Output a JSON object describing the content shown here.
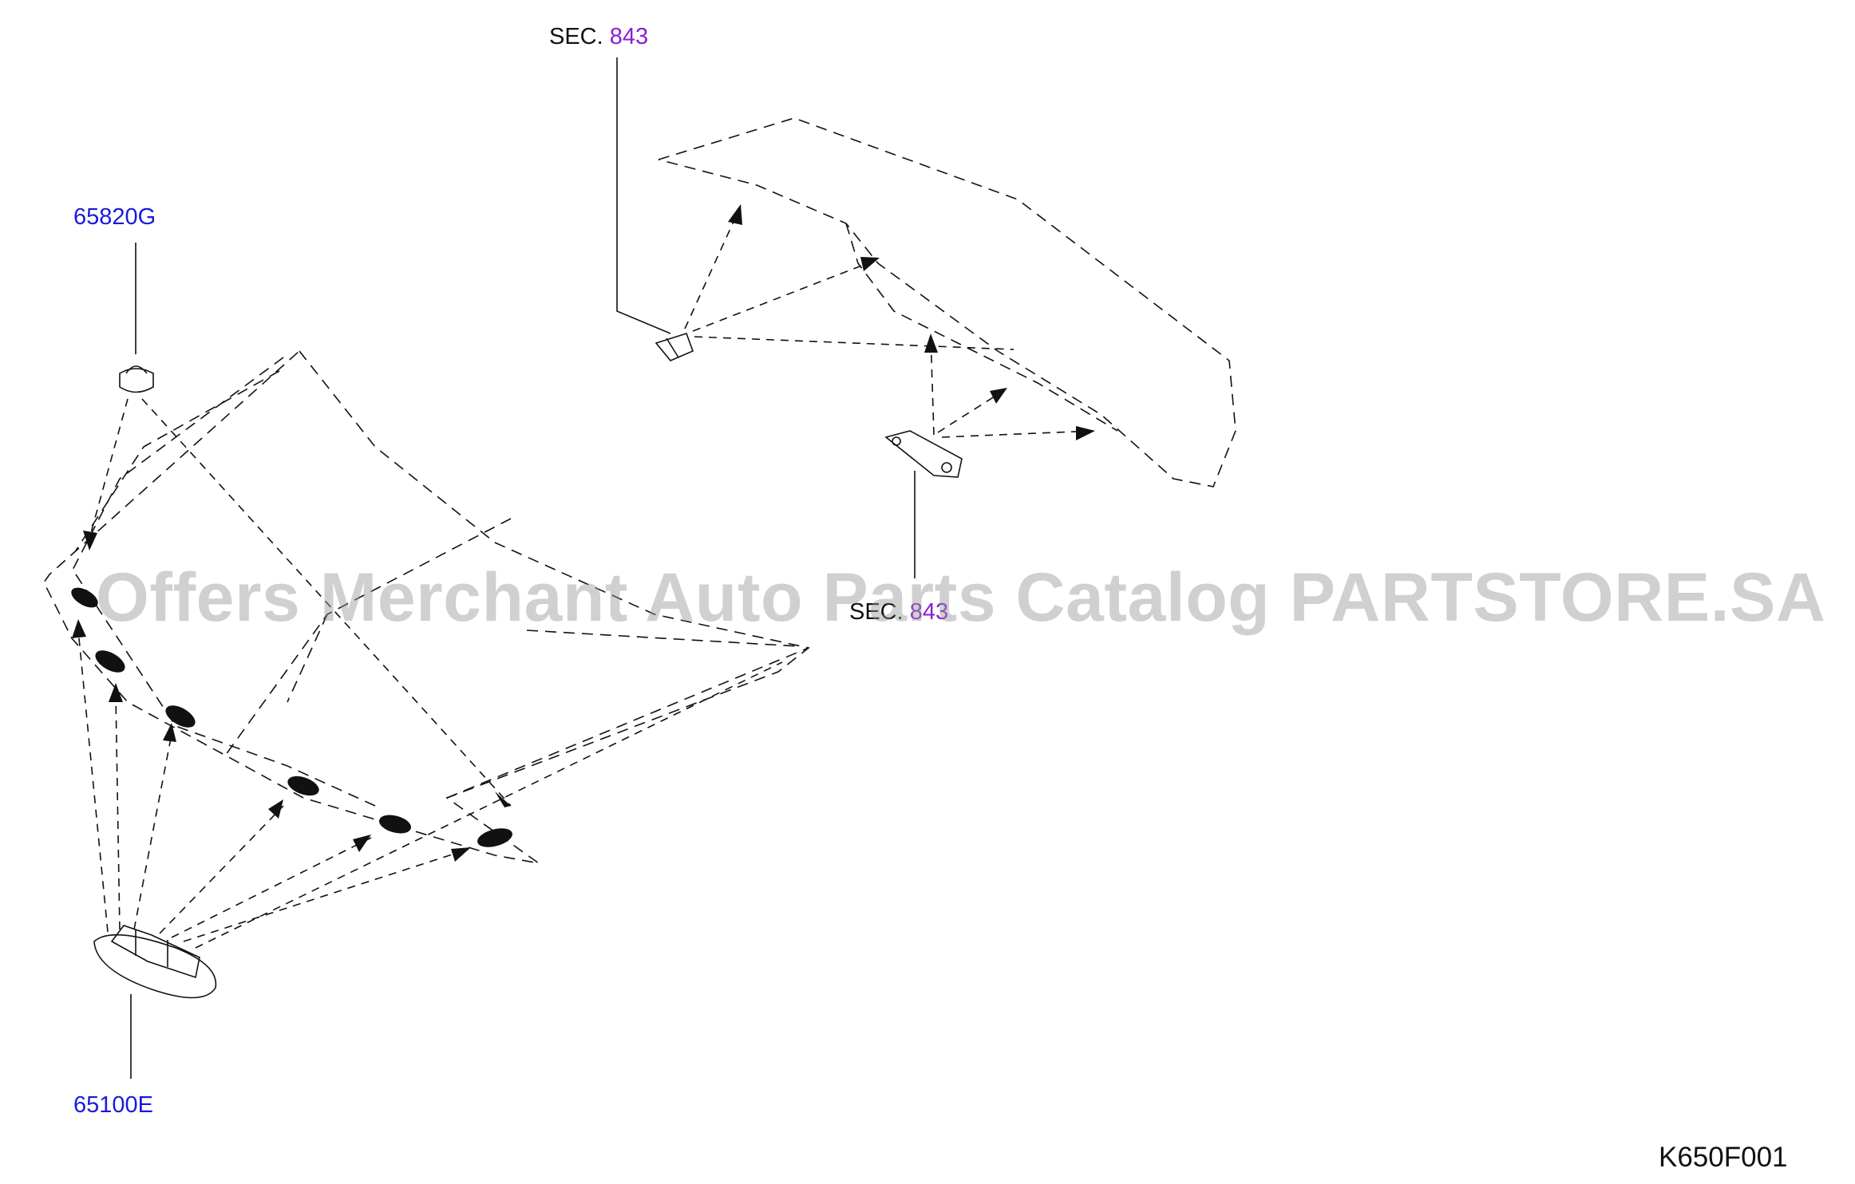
{
  "callouts": {
    "sec_top": {
      "prefix": "SEC.",
      "number": "843"
    },
    "sec_mid": {
      "prefix": "SEC.",
      "number": "843"
    },
    "part_clip": {
      "number": "65820G"
    },
    "part_grommet": {
      "number": "65100E"
    }
  },
  "watermark": "Offers Merchant Auto Parts Catalog PARTSTORE.SA",
  "diagram_ref": "K650F001",
  "colors": {
    "part_link": "#1a1adb",
    "section_link": "#8a1fd6",
    "line": "#111111",
    "watermark": "#969696"
  }
}
